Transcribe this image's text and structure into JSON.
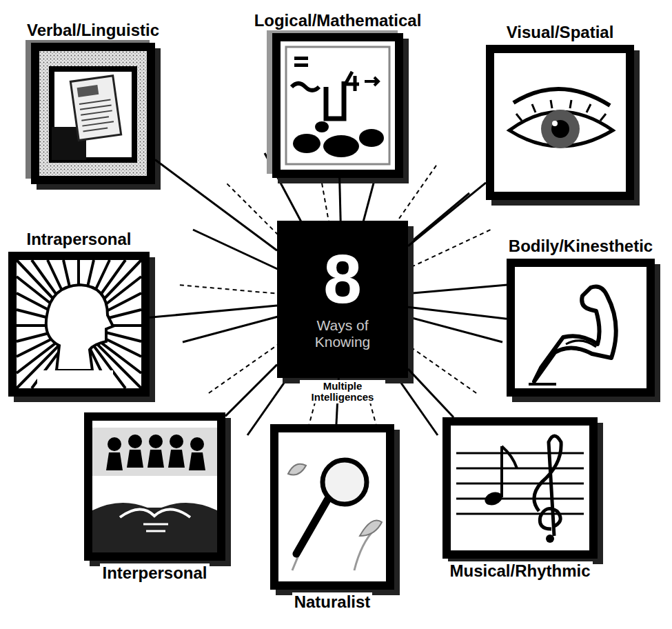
{
  "diagram": {
    "nodes": [
      {
        "text": [
          "Verbal/Linguistic"
        ]
      },
      {
        "text": [
          "Logical/Mathematical"
        ]
      },
      {
        "text": [
          "Visual/Spatial"
        ]
      },
      {
        "text": [
          "Intrapersonal"
        ]
      },
      {
        "text": [
          "8",
          "Ways of Knowing",
          "Multiple Intelligences"
        ]
      },
      {
        "text": [
          "Bodily/Kinesthetic"
        ]
      },
      {
        "text": [
          "Interpersonal"
        ]
      },
      {
        "text": [
          "Naturalist"
        ]
      },
      {
        "text": [
          "Musical/Rhythmic"
        ]
      }
    ],
    "edges": [
      {
        "from": 4,
        "to": 0,
        "arrow": "none"
      },
      {
        "from": 4,
        "to": 1,
        "arrow": "none"
      },
      {
        "from": 4,
        "to": 2,
        "arrow": "none"
      },
      {
        "from": 4,
        "to": 3,
        "arrow": "none"
      },
      {
        "from": 4,
        "to": 5,
        "arrow": "none"
      },
      {
        "from": 4,
        "to": 6,
        "arrow": "none"
      },
      {
        "from": 4,
        "to": 7,
        "arrow": "none"
      },
      {
        "from": 4,
        "to": 8,
        "arrow": "none"
      }
    ]
  }
}
